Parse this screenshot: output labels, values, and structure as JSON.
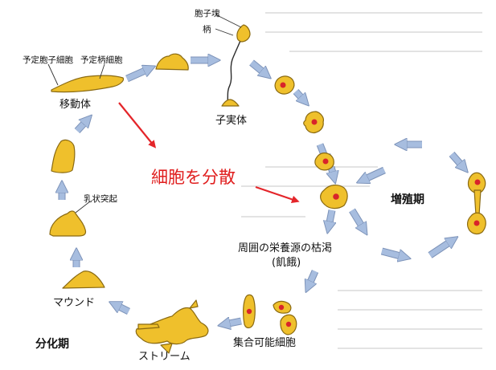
{
  "labels": {
    "spore_mass": "胞子塊",
    "stalk": "柄",
    "fruiting_body": "子実体",
    "prespore_cell": "予定胞子細胞",
    "prestalk_cell": "予定柄細胞",
    "migrating_body": "移動体",
    "papilla": "乳状突起",
    "mound": "マウンド",
    "stream": "ストリーム",
    "differentiation_phase": "分化期",
    "aggregation_competent": "集合可能細胞",
    "nutrient_depletion": "周囲の栄養源の枯渇",
    "starvation": "(飢餓)",
    "proliferation_phase": "増殖期",
    "cell_dispersal": "細胞を分散"
  },
  "colors": {
    "cell_fill": "#efc02c",
    "cell_outline": "#8a6a12",
    "nucleus": "#d8242a",
    "cycle_arrow": "#a7bddf",
    "cycle_arrow_outline": "#7c92b8",
    "dispersal_arrow": "#e4252a",
    "dispersal_text": "#e01e1e",
    "background_text": "#c9c9c9"
  }
}
